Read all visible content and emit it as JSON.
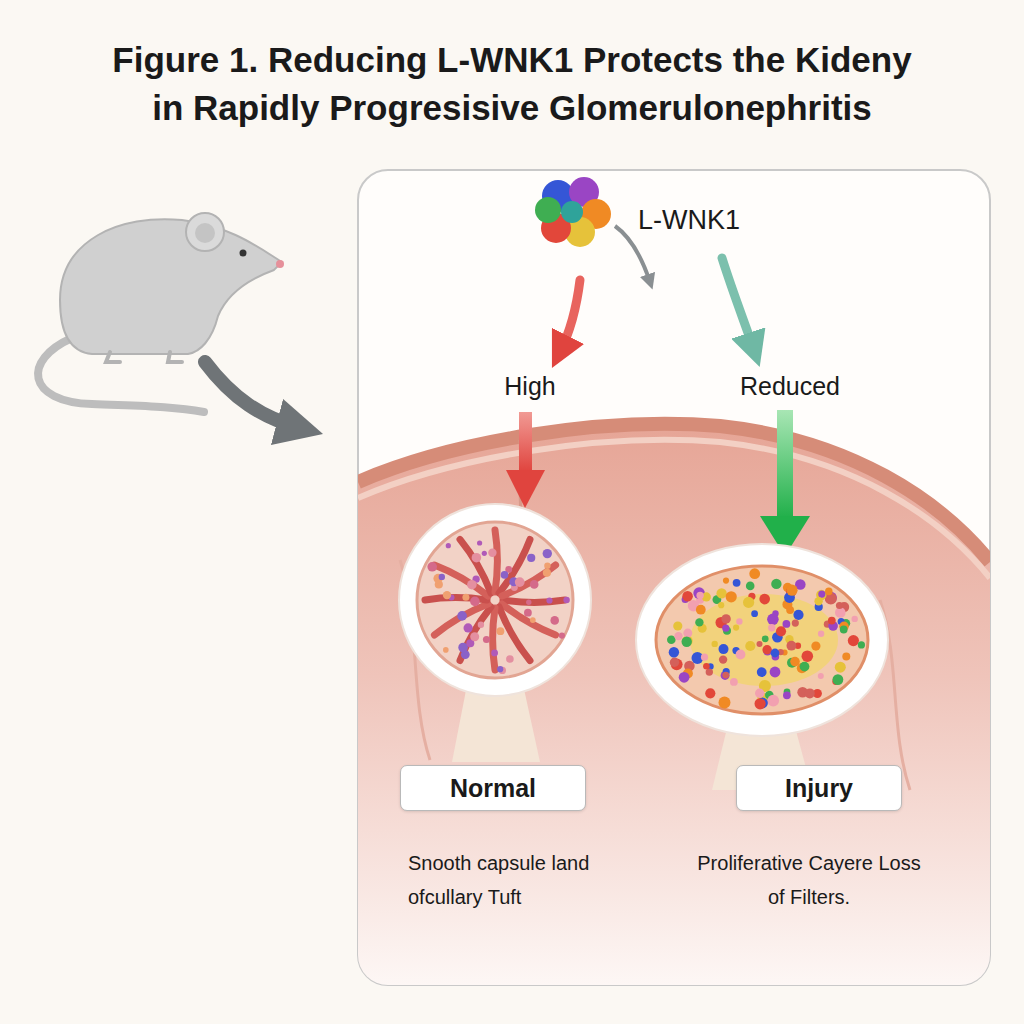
{
  "diagram": {
    "title": "Figure 1. Reducing L-WNK1 Protects the Kideny in Rapidly Progresisive Glomerulonephritis",
    "nodes": [
      {
        "text": [
          "Normal"
        ]
      },
      {
        "text": [
          "Injury"
        ]
      }
    ],
    "labels": [
      "L-WNK1",
      "High",
      "Reduced",
      "Snooth capsule land ofcullary Tuft",
      "Proliferative Cayere Loss of Filters."
    ]
  }
}
